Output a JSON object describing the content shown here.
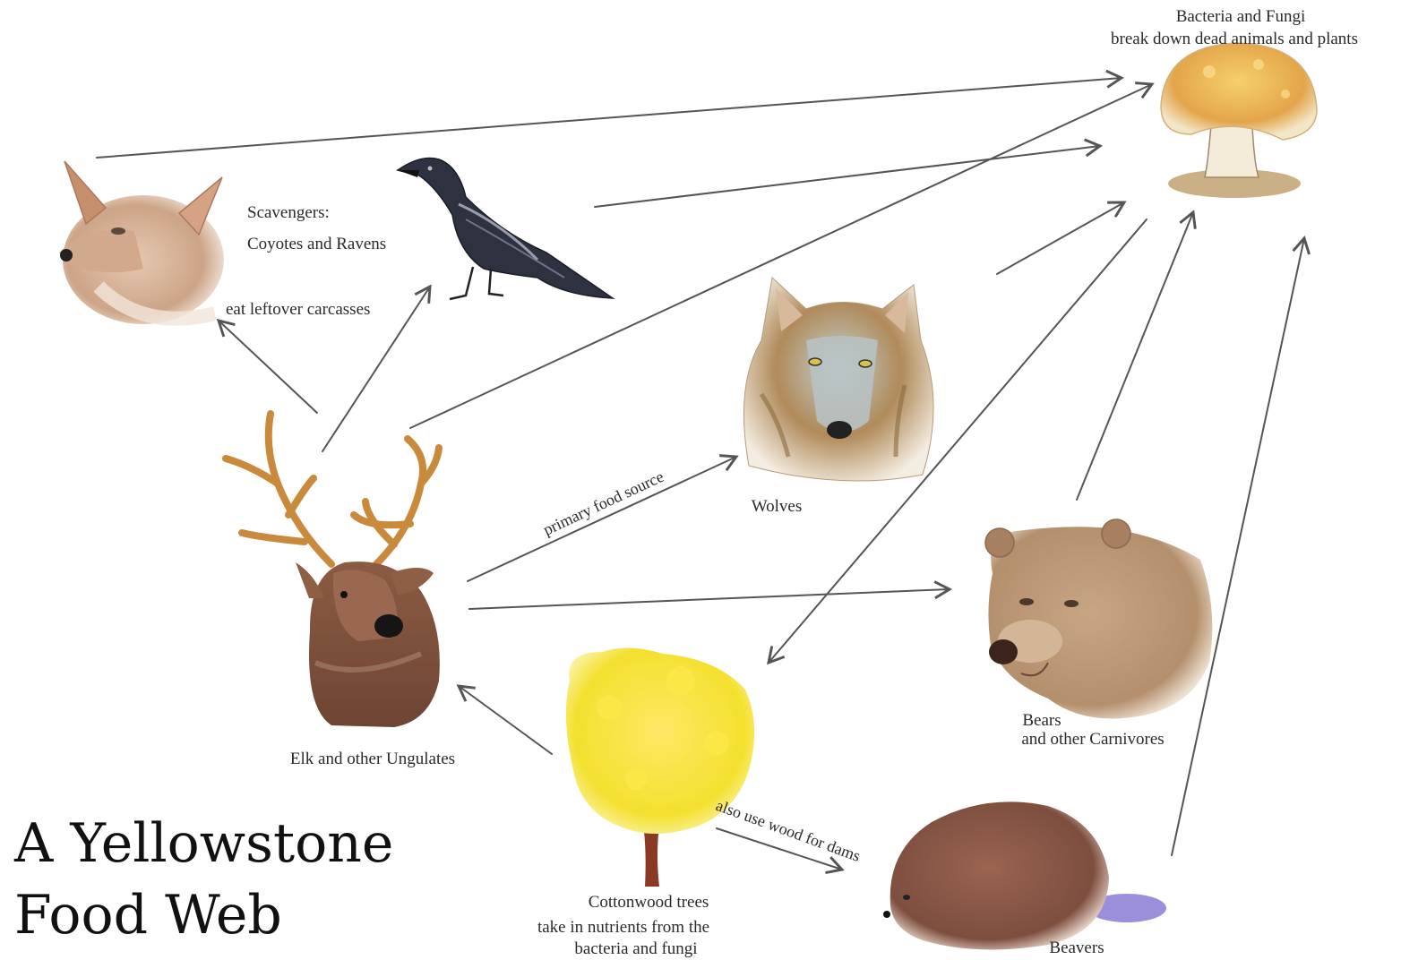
{
  "diagram": {
    "title_line1": "A Yellowstone",
    "title_line2": "Food Web",
    "nodes": {
      "decomposers": {
        "name": "Bacteria and Fungi",
        "desc": "break down dead animals and plants"
      },
      "scavengers": {
        "heading": "Scavengers:",
        "names": "Coyotes and Ravens"
      },
      "wolves": {
        "name": "Wolves"
      },
      "elk": {
        "name": "Elk and other Ungulates"
      },
      "bears": {
        "name_line1": "Bears",
        "name_line2": "and other Carnivores"
      },
      "cottonwood": {
        "name": "Cottonwood trees",
        "desc_line1": "take in nutrients from the",
        "desc_line2": "bacteria and fungi"
      },
      "beavers": {
        "name": "Beavers"
      }
    },
    "edge_labels": {
      "scavenge": "eat leftover carcasses",
      "primary": "primary food source",
      "dams": "also use wood for dams"
    }
  },
  "colors": {
    "arrow": "#555555",
    "cottonwood": "#f4e23a",
    "mushroom": "#e8b04a",
    "elk": "#8a5a40",
    "bear": "#b99473",
    "beaver": "#8a5a48",
    "wolf": "#a7845a"
  }
}
